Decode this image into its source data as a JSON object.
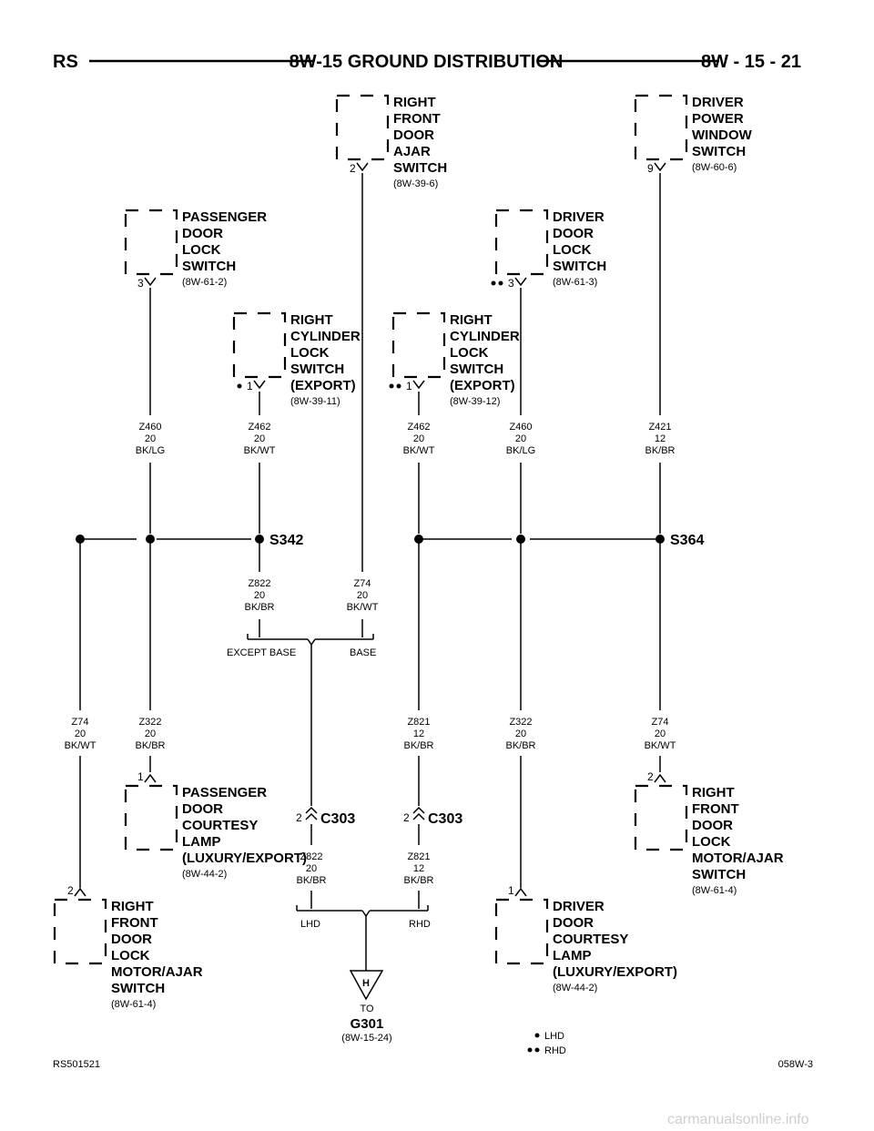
{
  "header": {
    "left": "RS",
    "title": "8W-15 GROUND DISTRIBUTION",
    "page": "8W - 15 - 21"
  },
  "components": {
    "rf_door_ajar": {
      "lines": [
        "RIGHT",
        "FRONT",
        "DOOR",
        "AJAR",
        "SWITCH"
      ],
      "ref": "(8W-39-6)",
      "pin": "2"
    },
    "drv_pwr_window": {
      "lines": [
        "DRIVER",
        "POWER",
        "WINDOW",
        "SWITCH"
      ],
      "ref": "(8W-60-6)",
      "pin": "9"
    },
    "pass_door_lock": {
      "lines": [
        "PASSENGER",
        "DOOR",
        "LOCK",
        "SWITCH"
      ],
      "ref": "(8W-61-2)",
      "pin": "3"
    },
    "drv_door_lock": {
      "lines": [
        "DRIVER",
        "DOOR",
        "LOCK",
        "SWITCH"
      ],
      "ref": "(8W-61-3)",
      "pin": "3"
    },
    "rcyl_lock_lhd": {
      "lines": [
        "RIGHT",
        "CYLINDER",
        "LOCK",
        "SWITCH",
        "(EXPORT)"
      ],
      "ref": "(8W-39-11)",
      "pin": "1"
    },
    "rcyl_lock_rhd": {
      "lines": [
        "RIGHT",
        "CYLINDER",
        "LOCK",
        "SWITCH",
        "(EXPORT)"
      ],
      "ref": "(8W-39-12)",
      "pin": "1"
    },
    "pass_courtesy": {
      "lines": [
        "PASSENGER",
        "DOOR",
        "COURTESY",
        "LAMP",
        "(LUXURY/EXPORT)"
      ],
      "ref": "(8W-44-2)",
      "pin": "1"
    },
    "rf_lock_motor_right": {
      "lines": [
        "RIGHT",
        "FRONT",
        "DOOR",
        "LOCK",
        "MOTOR/AJAR",
        "SWITCH"
      ],
      "ref": "(8W-61-4)",
      "pin": "2"
    },
    "rf_lock_motor_left": {
      "lines": [
        "RIGHT",
        "FRONT",
        "DOOR",
        "LOCK",
        "MOTOR/AJAR",
        "SWITCH"
      ],
      "ref": "(8W-61-4)",
      "pin": "2"
    },
    "drv_courtesy": {
      "lines": [
        "DRIVER",
        "DOOR",
        "COURTESY",
        "LAMP",
        "(LUXURY/EXPORT)"
      ],
      "ref": "(8W-44-2)",
      "pin": "1"
    }
  },
  "wires": {
    "w_z460_left": [
      "Z460",
      "20",
      "BK/LG"
    ],
    "w_z462_left": [
      "Z462",
      "20",
      "BK/WT"
    ],
    "w_z462_right": [
      "Z462",
      "20",
      "BK/WT"
    ],
    "w_z460_right": [
      "Z460",
      "20",
      "BK/LG"
    ],
    "w_z421": [
      "Z421",
      "12",
      "BK/BR"
    ],
    "w_z822_top": [
      "Z822",
      "20",
      "BK/BR"
    ],
    "w_z74_top": [
      "Z74",
      "20",
      "BK/WT"
    ],
    "w_z74_left": [
      "Z74",
      "20",
      "BK/WT"
    ],
    "w_z322_left": [
      "Z322",
      "20",
      "BK/BR"
    ],
    "w_z821_top": [
      "Z821",
      "12",
      "BK/BR"
    ],
    "w_z322_right": [
      "Z322",
      "20",
      "BK/BR"
    ],
    "w_z74_right": [
      "Z74",
      "20",
      "BK/WT"
    ],
    "w_z822_bot": [
      "Z822",
      "20",
      "BK/BR"
    ],
    "w_z821_bot": [
      "Z821",
      "12",
      "BK/BR"
    ]
  },
  "splices": {
    "left": "S342",
    "right": "S364"
  },
  "options": {
    "except_base": "EXCEPT BASE",
    "base": "BASE",
    "lhd": "LHD",
    "rhd": "RHD"
  },
  "connectors": {
    "c303_left": "C303",
    "c303_right": "C303",
    "pin_left": "2",
    "pin_right": "2"
  },
  "ground": {
    "marker": "H",
    "to": "TO",
    "name": "G301",
    "ref": "(8W-15-24)"
  },
  "legend": {
    "lhd": "LHD",
    "rhd": "RHD"
  },
  "footer": {
    "left": "RS501521",
    "right": "058W-3"
  },
  "watermark": "carmanualsonline.info"
}
